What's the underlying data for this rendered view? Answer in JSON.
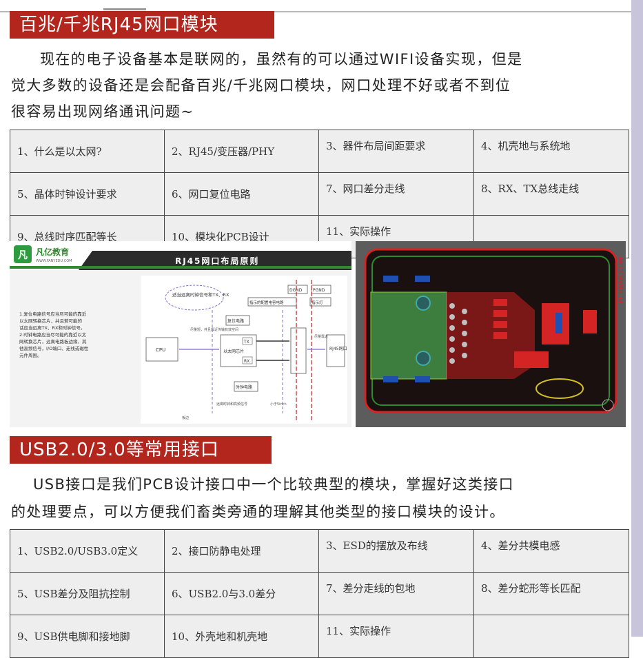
{
  "section1": {
    "title": "百兆/千兆RJ45网口模块",
    "paragraph_line1": "现在的电子设备基本是联网的，虽然有的可以通过WIFI设备实现，但是",
    "paragraph_line2": "觉大多数的设备还是会配备百兆/千兆网口模块，网口处理不好或者不到位",
    "paragraph_line3": "很容易出现网络通讯问题~",
    "table": [
      [
        "1、什么是以太网?",
        "2、RJ45/变压器/PHY",
        "3、器件布局间距要求",
        "4、机壳地与系统地"
      ],
      [
        "5、晶体时钟设计要求",
        "6、网口复位电路",
        "7、网口差分走线",
        "8、RX、TX总线走线"
      ],
      [
        "9、总线时序匹配等长",
        "10、模块化PCB设计",
        "11、实际操作",
        ""
      ]
    ]
  },
  "diagram": {
    "logo_text": "凡亿教育",
    "logo_sub": "WWW.FANYEDU.COM",
    "header_title": "RJ45网口布局原则",
    "notes": [
      "1.复位电路信号应当尽可能的靠近",
      "以太网转换芯片，并且若可能的",
      "话应当远离TX、RX和时钟信号。",
      "2.时钟电路应当尽可能的靠近以太",
      "网转换芯片，远离电路板边缘、其",
      "他高频信号，I/O端口、走线或磁性",
      "元件周围。"
    ],
    "cloud_label": "适当远离时钟信号和TX、RX",
    "labels": {
      "dgnd": "DGND",
      "pgnd": "PGND",
      "power_cap": "指示的配置电容电路",
      "indicator": "指示灯",
      "reset": "复位电路",
      "cpu": "CPU",
      "phy": "以太网芯片",
      "tx": "TX",
      "rx": "RX",
      "clock": "时钟电路",
      "rj45": "RJ45网口",
      "lb1": "尽量短，并且靠近传输有效空间",
      "lb2": "尽量靠近",
      "lb3": "远离时钟和高频信号",
      "lb4": "小于5inch",
      "lb5": "板边"
    }
  },
  "pcb": {
    "watermark": "PCBBAR.COM"
  },
  "section2": {
    "title": "USB2.0/3.0等常用接口",
    "paragraph_line1": "USB接口是我们PCB设计接口中一个比较典型的模块，掌握好这类接口",
    "paragraph_line2": "的处理要点，可以方便我们畜类旁通的理解其他类型的接口模块的设计。",
    "table": [
      [
        "1、USB2.0/USB3.0定义",
        "2、接口防静电处理",
        "3、ESD的摆放及布线",
        "4、差分共模电感"
      ],
      [
        "5、USB差分及阻抗控制",
        "6、USB2.0与3.0差分",
        "7、差分走线的包地",
        "8、差分蛇形等长匹配"
      ],
      [
        "9、USB供电脚和接地脚",
        "10、外壳地和机壳地",
        "11、实际操作",
        ""
      ]
    ]
  },
  "colors": {
    "banner": "#b3261e",
    "table_bg": "#eeeeee",
    "pcb_board": "#1a1010",
    "pcb_copper": "#d42424",
    "pcb_green": "#2e8b2e"
  }
}
